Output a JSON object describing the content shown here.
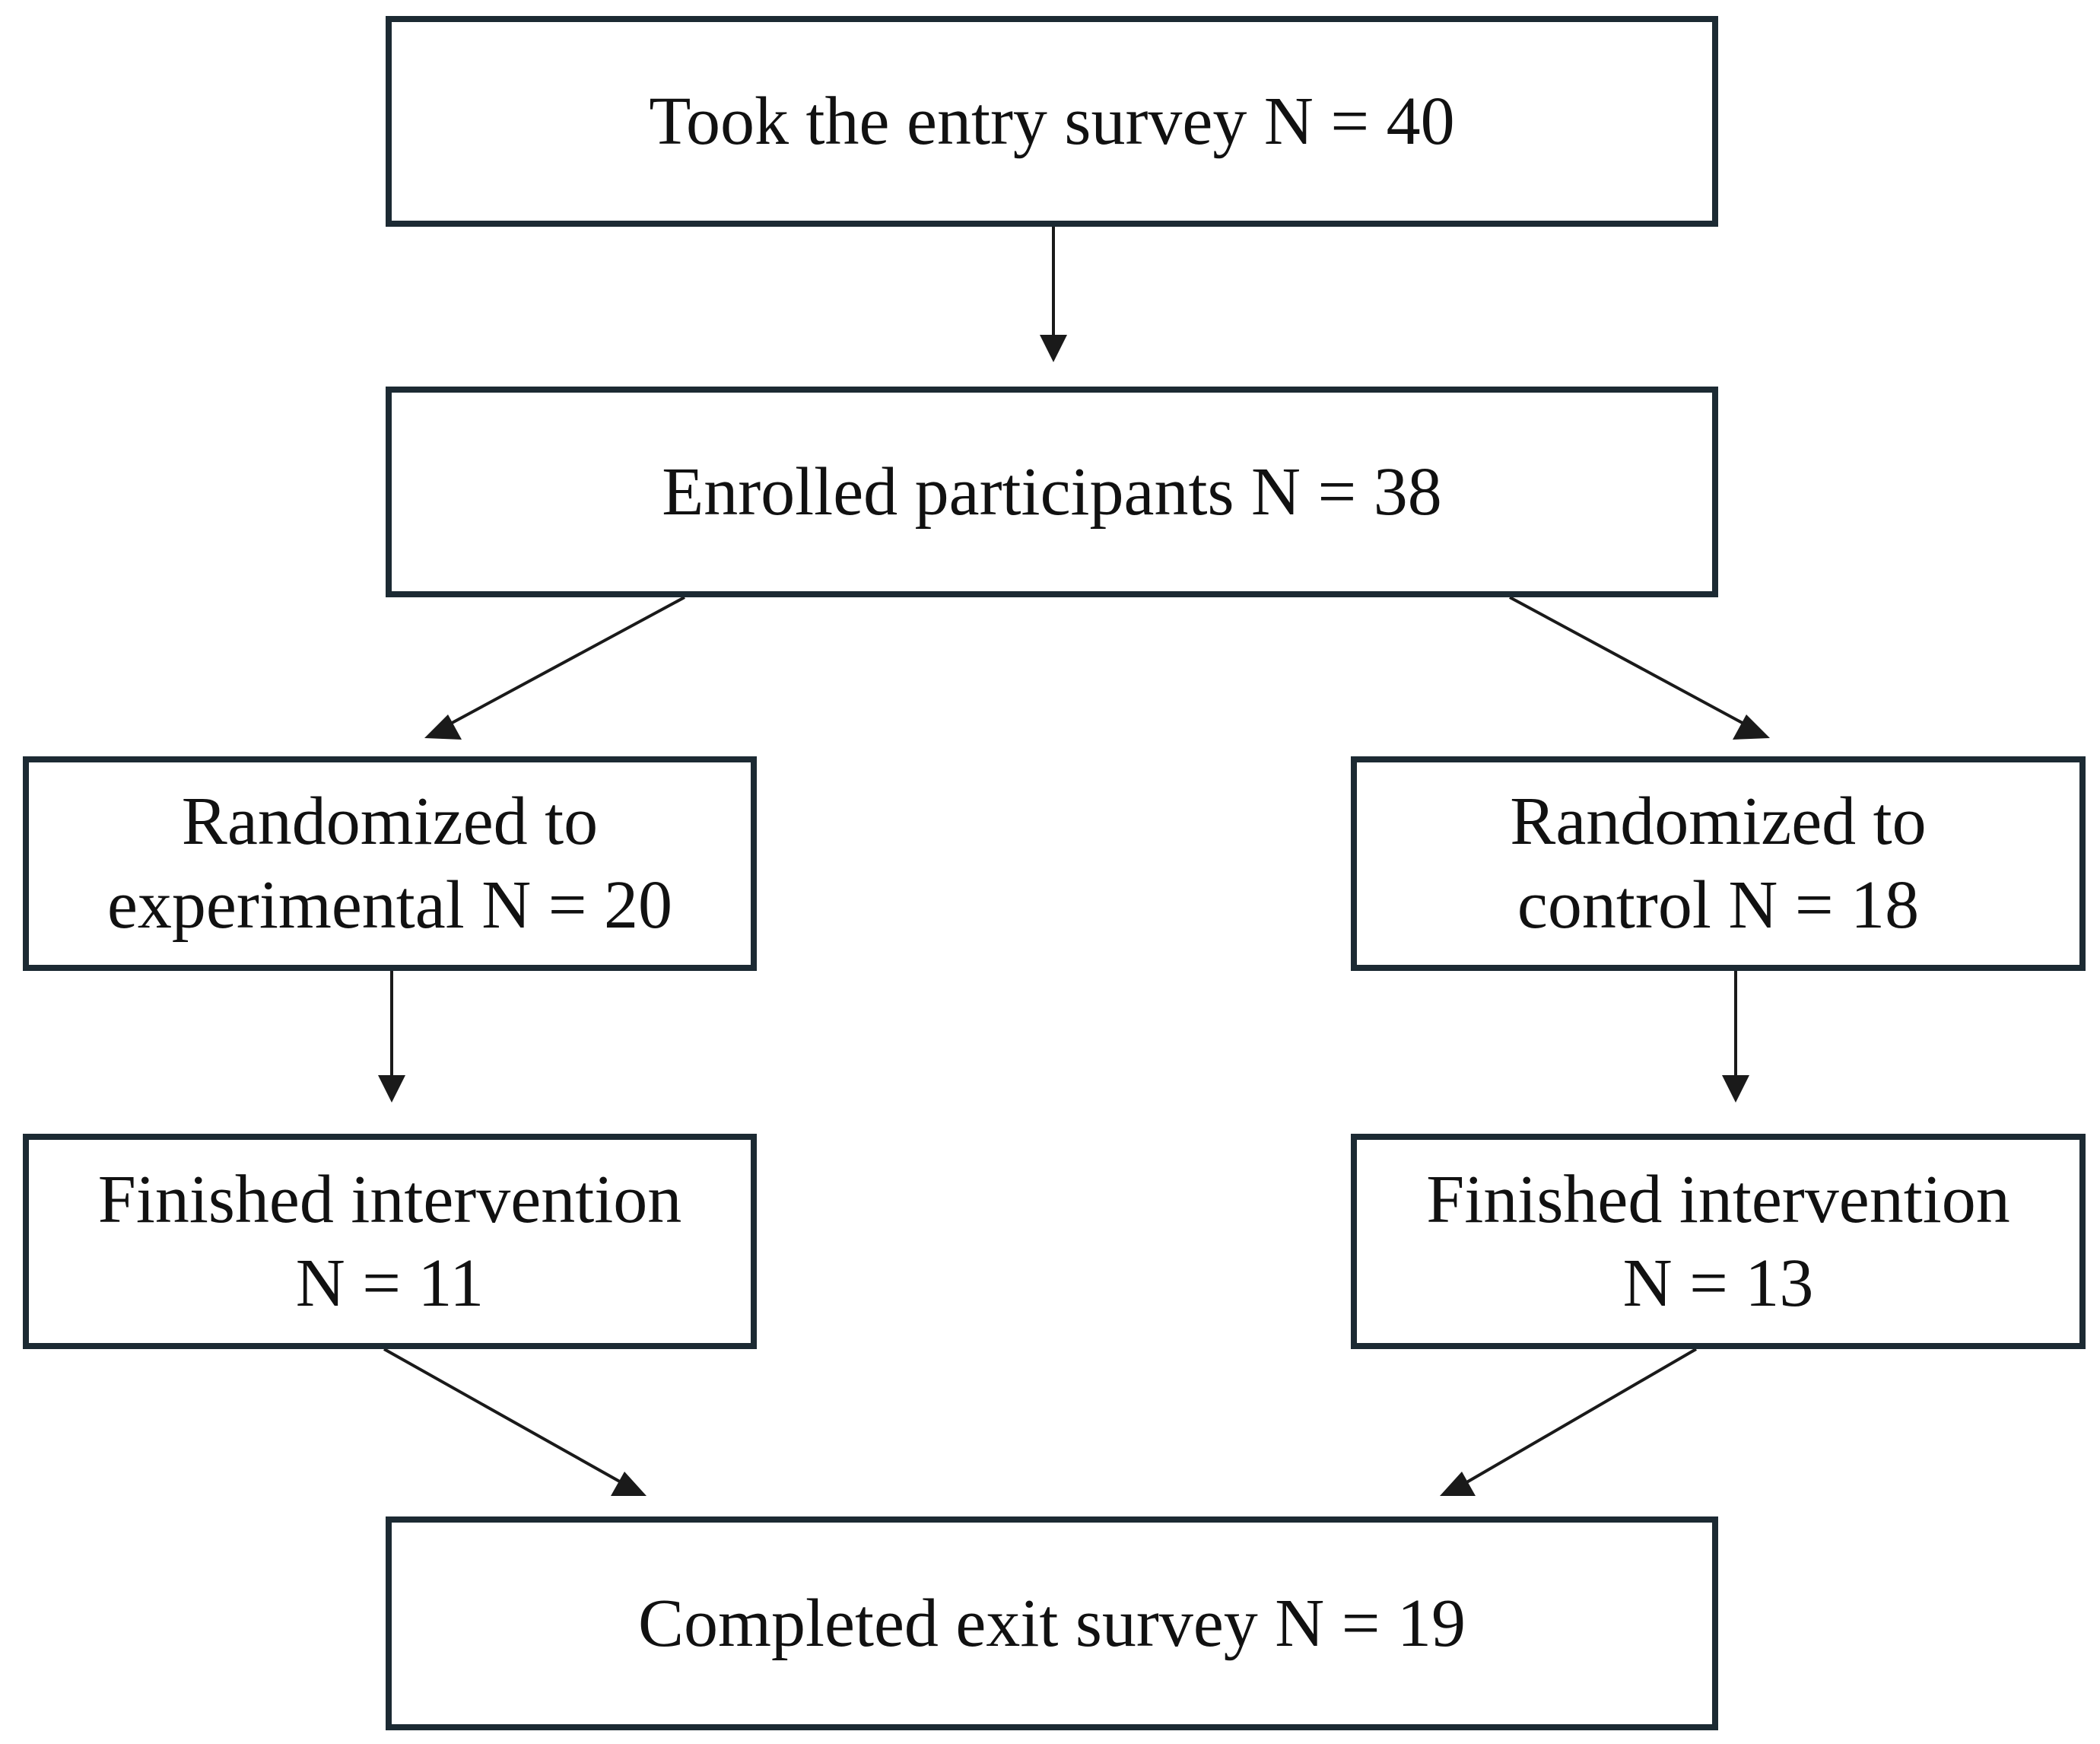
{
  "nodes": {
    "entry": {
      "lines": [
        "Took the entry survey N = 40"
      ]
    },
    "enrolled": {
      "lines": [
        "Enrolled participants N = 38"
      ]
    },
    "experimental": {
      "lines": [
        "Randomized to",
        "experimental N = 20"
      ]
    },
    "control": {
      "lines": [
        "Randomized to",
        "control N = 18"
      ]
    },
    "finished_experimental": {
      "lines": [
        "Finished intervention",
        "N = 11"
      ]
    },
    "finished_control": {
      "lines": [
        "Finished intervention",
        "N = 13"
      ]
    },
    "exit": {
      "lines": [
        "Completed exit survey N = 19"
      ]
    }
  },
  "edges": [
    {
      "from": "entry",
      "to": "enrolled"
    },
    {
      "from": "enrolled",
      "to": "experimental"
    },
    {
      "from": "enrolled",
      "to": "control"
    },
    {
      "from": "experimental",
      "to": "finished_experimental"
    },
    {
      "from": "control",
      "to": "finished_control"
    },
    {
      "from": "finished_experimental",
      "to": "exit"
    },
    {
      "from": "finished_control",
      "to": "exit"
    }
  ]
}
